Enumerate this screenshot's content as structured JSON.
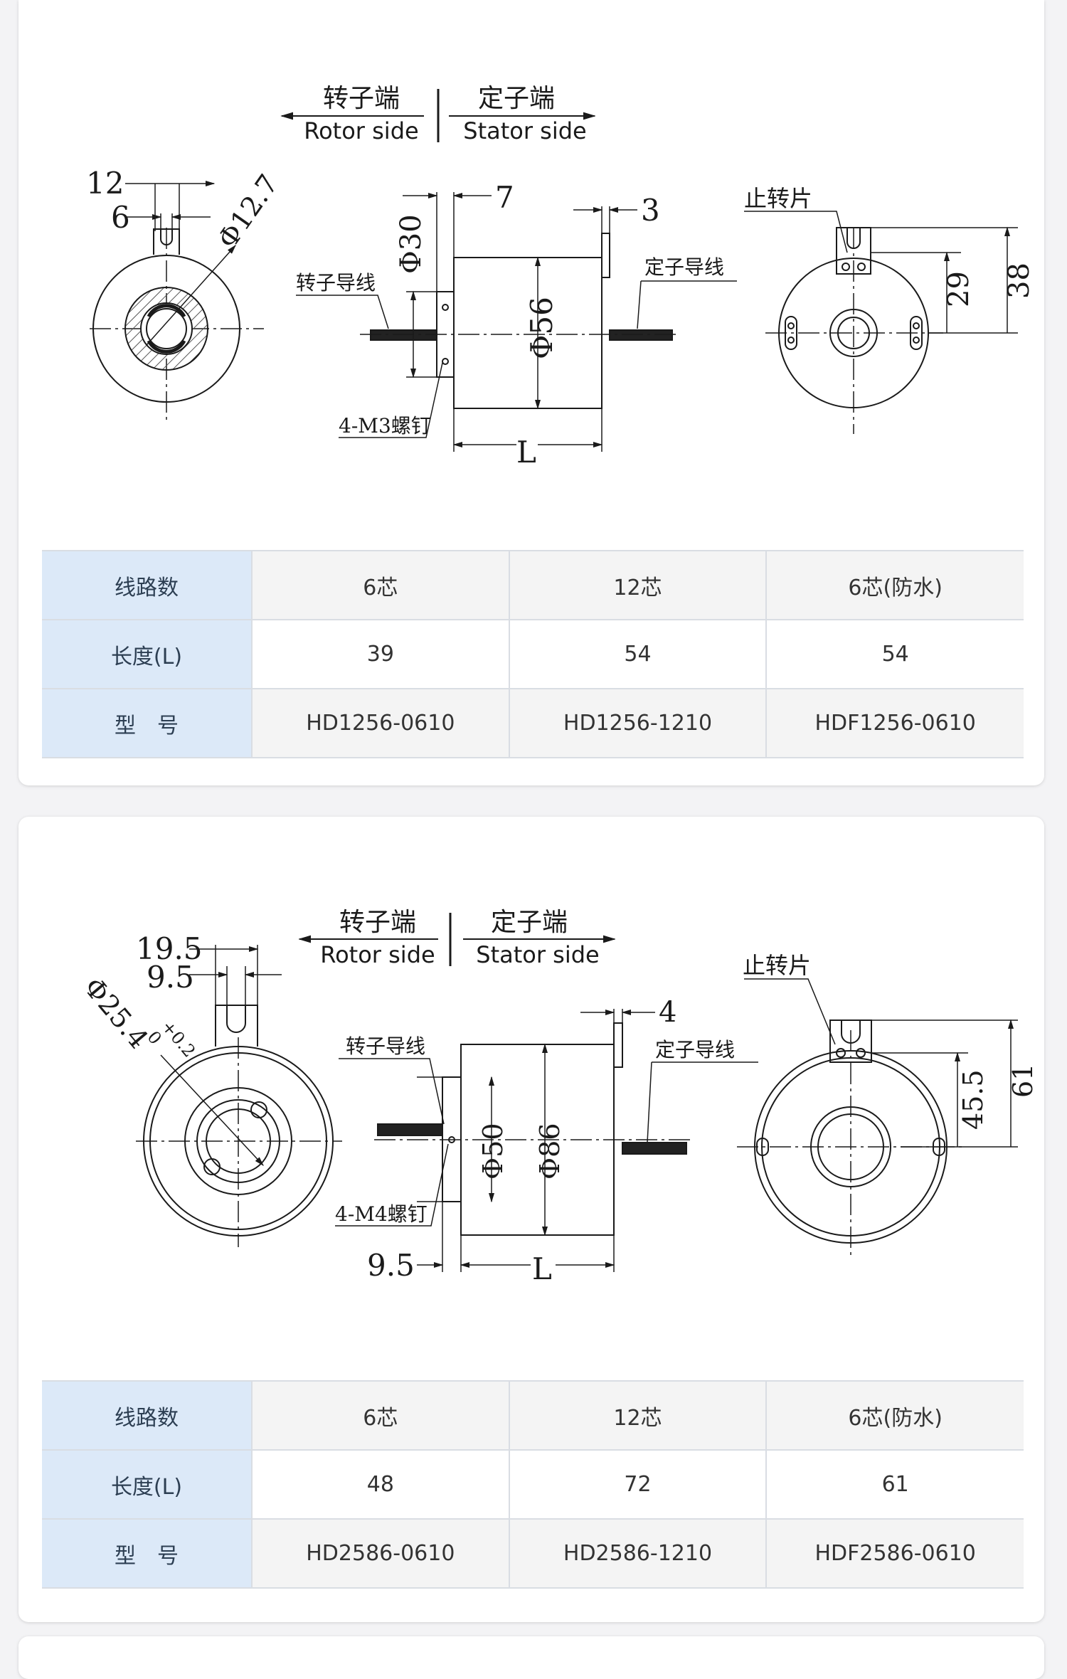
{
  "drawing1": {
    "rotor_cn": "转子端",
    "rotor_en": "Rotor side",
    "stator_cn": "定子端",
    "stator_en": "Stator side",
    "dims": {
      "d12": "12",
      "d6": "6",
      "dia127": "Φ12.7",
      "d7": "7",
      "dia30": "Φ30",
      "d3": "3",
      "dia56": "Φ56",
      "L": "L",
      "d29": "29",
      "d38": "38"
    },
    "callouts": {
      "rotor_wire": "转子导线",
      "stator_wire": "定子导线",
      "screws": "4-M3螺钉",
      "stop_tab": "止转片"
    }
  },
  "table1": {
    "rows": [
      {
        "header": "线路数",
        "cells": [
          "6芯",
          "12芯",
          "6芯(防水)"
        ]
      },
      {
        "header": "长度(L)",
        "cells": [
          "39",
          "54",
          "54"
        ]
      },
      {
        "header": "型　号",
        "cells": [
          "HD1256-0610",
          "HD1256-1210",
          "HDF1256-0610"
        ]
      }
    ]
  },
  "drawing2": {
    "rotor_cn": "转子端",
    "rotor_en": "Rotor side",
    "stator_cn": "定子端",
    "stator_en": "Stator side",
    "dims": {
      "d195": "19.5",
      "d95": "9.5",
      "dia254": "Φ25.4",
      "tol_upper": "+0.2",
      "tol_lower": "0",
      "d4": "4",
      "dia50": "Φ50",
      "dia86": "Φ86",
      "d95b": "9.5",
      "L": "L",
      "d455": "45.5",
      "d61": "61"
    },
    "callouts": {
      "rotor_wire": "转子导线",
      "stator_wire": "定子导线",
      "screws": "4-M4螺钉",
      "stop_tab": "止转片"
    }
  },
  "table2": {
    "rows": [
      {
        "header": "线路数",
        "cells": [
          "6芯",
          "12芯",
          "6芯(防水)"
        ]
      },
      {
        "header": "长度(L)",
        "cells": [
          "48",
          "72",
          "61"
        ]
      },
      {
        "header": "型　号",
        "cells": [
          "HD2586-0610",
          "HD2586-1210",
          "HDF2586-0610"
        ]
      }
    ]
  }
}
